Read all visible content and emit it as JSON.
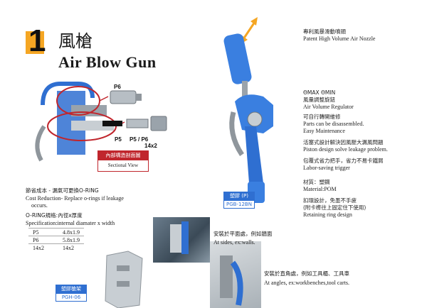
{
  "header": {
    "number": "1",
    "title_cn": "風槍",
    "title_en": "Air Blow Gun"
  },
  "inset": {
    "labels": [
      "P6",
      "P5",
      "P5 / P6",
      "14x2"
    ],
    "tag_cn": "內部構造剖面圖",
    "tag_en": "Sectional View"
  },
  "features": [
    {
      "cn": "專利風暴滑動噴頭",
      "en": "Patent High Volume Air Nozzle"
    },
    {
      "cn": "ΘMAX ΘMIN",
      "cn2": "風量調整旋鈕",
      "en": "Air Volume Regulator"
    },
    {
      "cn": "可自行轉開維修",
      "en": "Parts can be disassembled.",
      "en2": "Easy Maintenance"
    },
    {
      "cn": "活塞式設計解決因風壓大漏風問題",
      "en": "Piston design solve leakage problem."
    },
    {
      "cn": "包覆式省力把手，省力不易卡鐵屑",
      "en": "Labor-saving trigger"
    },
    {
      "cn": "材質：塑鋼",
      "en": "Material:POM"
    },
    {
      "cn": "扣環設計，免墨不手疲",
      "cn2": "(附卡榫往上固定住下使用)",
      "en": "Retaining ring design"
    }
  ],
  "models": {
    "gun": {
      "cn": "塑膠 (P)",
      "code": "PGB-12BN"
    },
    "holder": {
      "cn": "塑膠槍架",
      "code": "PGH-06"
    }
  },
  "left_text": {
    "b1_cn": "節省成本 - 漏氣可更換O-RING",
    "b1_en": "Cost Reduction- Replace o-rings if leakage",
    "b1_en2": "occurs.",
    "b2_cn": "O-RING規格:內徑x厚度",
    "b2_en": "Specification:internal diamater x width",
    "spec_rows": [
      [
        "P5",
        "4.8x1.9"
      ],
      [
        "P6",
        "5.8x1.9"
      ],
      [
        "14x2",
        "14x2"
      ]
    ]
  },
  "mounting": [
    {
      "cn": "安裝於平面處，例如牆面",
      "en": "At sides, ex:walls."
    },
    {
      "cn": "安裝於直角處，例如工具櫃、工具車",
      "en": "At angles, ex:workbenches,tool carts."
    }
  ],
  "colors": {
    "accent": "#f5a623",
    "blue": "#2f6fd1",
    "red": "#c0262d",
    "steel": "#9aa3ab"
  }
}
